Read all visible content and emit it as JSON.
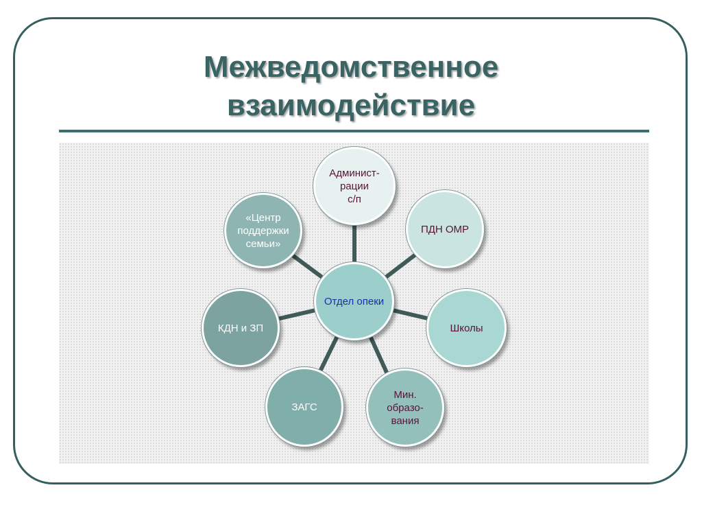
{
  "title": {
    "line1": "Межведомственное",
    "line2": "взаимодействие"
  },
  "diagram": {
    "center": {
      "label": "Отдел опеки",
      "text_color": "#1a2fa8"
    },
    "satellites": [
      {
        "id": "admin",
        "label": "Админист-\nрации\nс/п",
        "text_color": "#5a1238"
      },
      {
        "id": "pdn",
        "label": "ПДН ОМР",
        "text_color": "#5a1238"
      },
      {
        "id": "school",
        "label": "Школы",
        "text_color": "#5a1238"
      },
      {
        "id": "edu",
        "label": "Мин.\nобразо-\nвания",
        "text_color": "#5a1238"
      },
      {
        "id": "zags",
        "label": "ЗАГС",
        "text_color": "#ffffff"
      },
      {
        "id": "kdn",
        "label": "КДН и ЗП",
        "text_color": "#ffffff"
      },
      {
        "id": "center",
        "label": "«Центр\nподдержки\nсемьи»",
        "text_color": "#ffffff"
      }
    ]
  },
  "colors": {
    "frame": "#355f5f",
    "title": "#3a6363",
    "rule": "#3d6d6d",
    "connector": "#3f5a57"
  }
}
